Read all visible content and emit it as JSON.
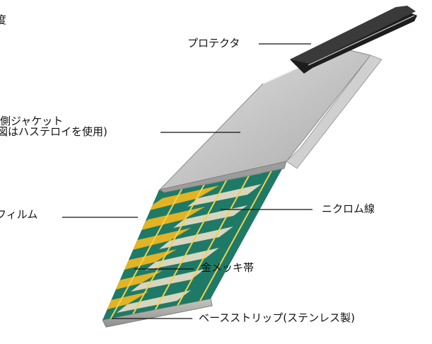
{
  "labels": {
    "top_edge": "度",
    "protector": "プロテクタ",
    "outer_jacket_line1": "側ジャケット",
    "outer_jacket_line2": "図はハステロイを使用)",
    "film": "フィルム",
    "nichrome_wire": "ニクロム線",
    "gold_strip": "金メッキ帯",
    "base_strip": "ベースストリップ(ステンレス製)"
  },
  "colors": {
    "protector": "#1d1d1d",
    "jacket": "#bdbdbd",
    "jacket_light": "#dcdcdc",
    "film_green": "#1e7a66",
    "gold": "#e2b324",
    "wire": "#f0d24a",
    "base": "#a9aaa6"
  }
}
